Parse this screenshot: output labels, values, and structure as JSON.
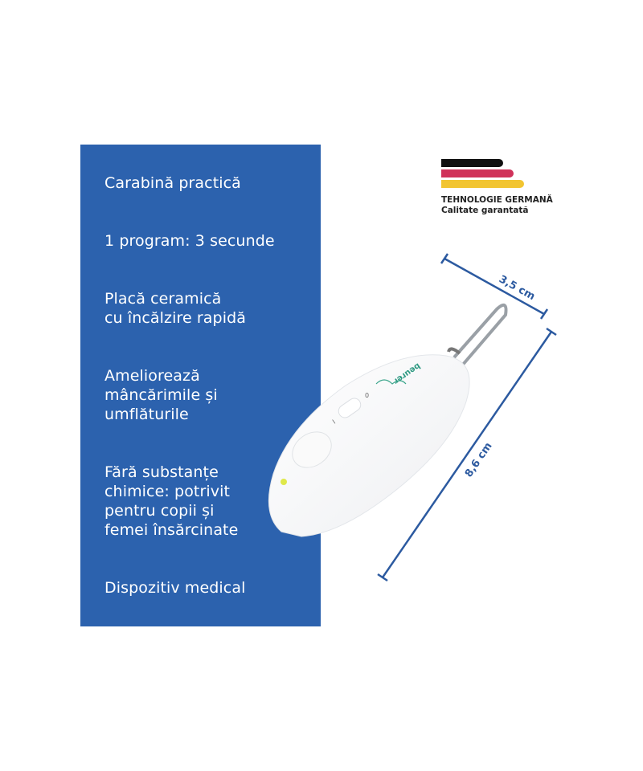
{
  "features": [
    "Carabină practică",
    "1 program: 3 secunde",
    "Placă ceramică\ncu încălzire rapidă",
    "Ameliorează\nmâncărimile și\numflăturile",
    "Fără substanțe\nchimice: potrivit\npentru copii și\nfemei însărcinate",
    "Dispozitiv medical"
  ],
  "badge": {
    "title": "TEHNOLOGIE GERMANĂ",
    "subtitle": "Calitate garantată",
    "colors": [
      "#111111",
      "#d0325a",
      "#f2c531"
    ]
  },
  "dimensions": {
    "width": "3,5 cm",
    "length": "8,6 cm"
  },
  "device": {
    "brand": "beurer",
    "switch_on": "I",
    "switch_off": "0"
  },
  "colors": {
    "panel": "#2c62ae",
    "dimension_line": "#2c5aa0",
    "led": "#dfe84a"
  }
}
